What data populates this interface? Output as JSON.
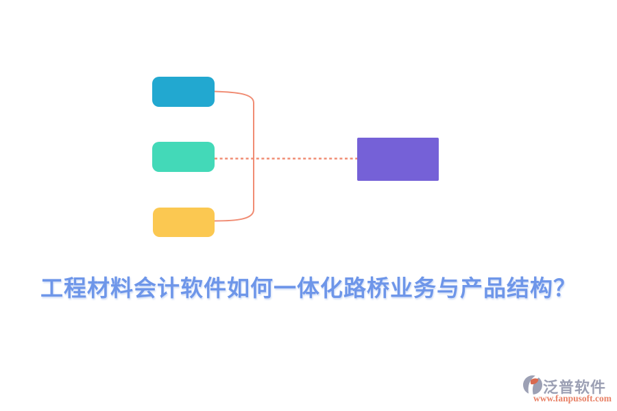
{
  "title": {
    "text": "工程材料会计软件如何一体化路桥业务与产品结构？",
    "color": "#6e96e9"
  },
  "diagram": {
    "connector_color": "#f08b72",
    "nodes": {
      "top": {
        "color": "#22a8d0"
      },
      "middle": {
        "color": "#43d9b8"
      },
      "bottom": {
        "color": "#fbc851"
      },
      "result": {
        "color": "#7561d7"
      }
    }
  },
  "watermark": {
    "brand": "泛普软件",
    "url": "www.fanpusoft.com",
    "brand_color": "#9ca0b4",
    "url_color": "#e88166",
    "icon_gray": "#9ca0b4",
    "icon_orange": "#d9694f"
  }
}
